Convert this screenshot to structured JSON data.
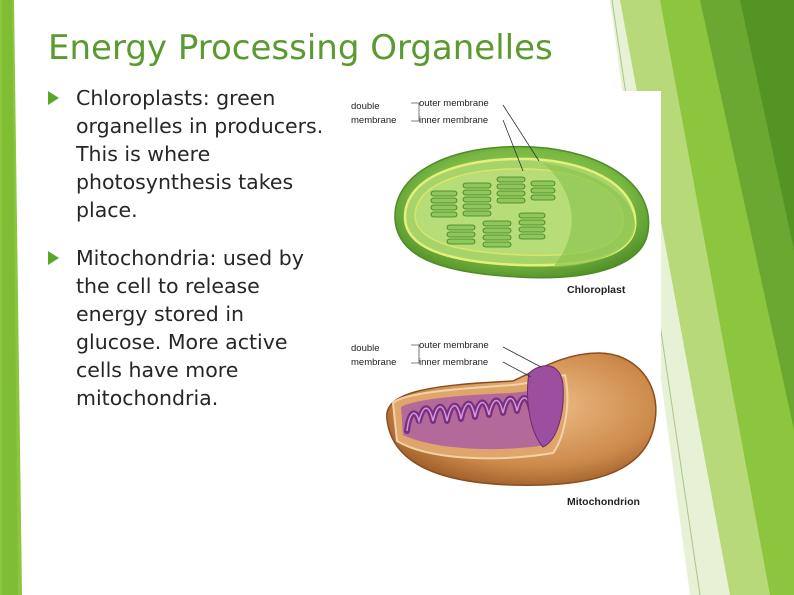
{
  "slide": {
    "title": "Energy Processing Organelles",
    "bullets": [
      "Chloroplasts:  green organelles in producers.  This is where photosynthesis takes place.",
      "Mitochondria:  used by the cell to release energy stored in glucose.  More active cells have more mitochondria."
    ]
  },
  "figure": {
    "chloroplast": {
      "double_label": "double",
      "membrane_label": "membrane",
      "outer_membrane": "outer membrane",
      "inner_membrane": "inner membrane",
      "caption": "Chloroplast"
    },
    "mitochondrion": {
      "double_label": "double",
      "membrane_label": "membrane",
      "outer_membrane": "outer membrane",
      "inner_membrane": "inner membrane",
      "caption": "Mitochondrion"
    }
  },
  "colors": {
    "title": "#5a9a2e",
    "accent_green": "#5aa628",
    "chloroplast": "#7cc04a",
    "mitochondrion": "#c98a4d",
    "cristae": "#9b4f9e"
  }
}
